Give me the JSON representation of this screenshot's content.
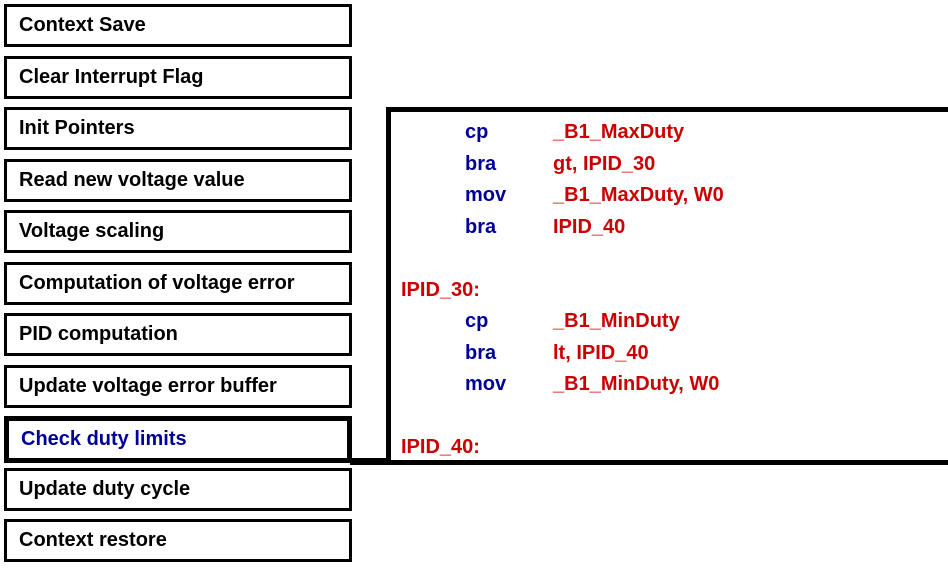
{
  "flowchart": {
    "steps": [
      {
        "label": "Context Save",
        "highlighted": false
      },
      {
        "label": "Clear Interrupt Flag",
        "highlighted": false
      },
      {
        "label": "Init Pointers",
        "highlighted": false
      },
      {
        "label": "Read new voltage value",
        "highlighted": false
      },
      {
        "label": "Voltage scaling",
        "highlighted": false
      },
      {
        "label": "Computation of voltage error",
        "highlighted": false
      },
      {
        "label": "PID computation",
        "highlighted": false
      },
      {
        "label": "Update voltage error buffer",
        "highlighted": false
      },
      {
        "label": "Check duty limits",
        "highlighted": true
      },
      {
        "label": "Update duty cycle",
        "highlighted": false
      },
      {
        "label": "Context restore",
        "highlighted": false
      }
    ]
  },
  "code_panel": {
    "lines": [
      {
        "type": "instruction",
        "opcode": "cp",
        "operands": "_B1_MaxDuty"
      },
      {
        "type": "instruction",
        "opcode": "bra",
        "operands": "gt, IPID_30"
      },
      {
        "type": "instruction",
        "opcode": "mov",
        "operands": "_B1_MaxDuty, W0"
      },
      {
        "type": "instruction",
        "opcode": "bra",
        "operands": "IPID_40"
      },
      {
        "type": "blank"
      },
      {
        "type": "label",
        "text": "IPID_30:"
      },
      {
        "type": "instruction",
        "opcode": "cp",
        "operands": "_B1_MinDuty"
      },
      {
        "type": "instruction",
        "opcode": "bra",
        "operands": "lt, IPID_40"
      },
      {
        "type": "instruction",
        "opcode": "mov",
        "operands": "_B1_MinDuty, W0"
      },
      {
        "type": "blank"
      },
      {
        "type": "label",
        "text": "IPID_40:"
      }
    ]
  },
  "colors": {
    "accent_blue": "#000099",
    "accent_red": "#CC0000",
    "line_black": "#000000",
    "background": "#FFFFFF"
  }
}
